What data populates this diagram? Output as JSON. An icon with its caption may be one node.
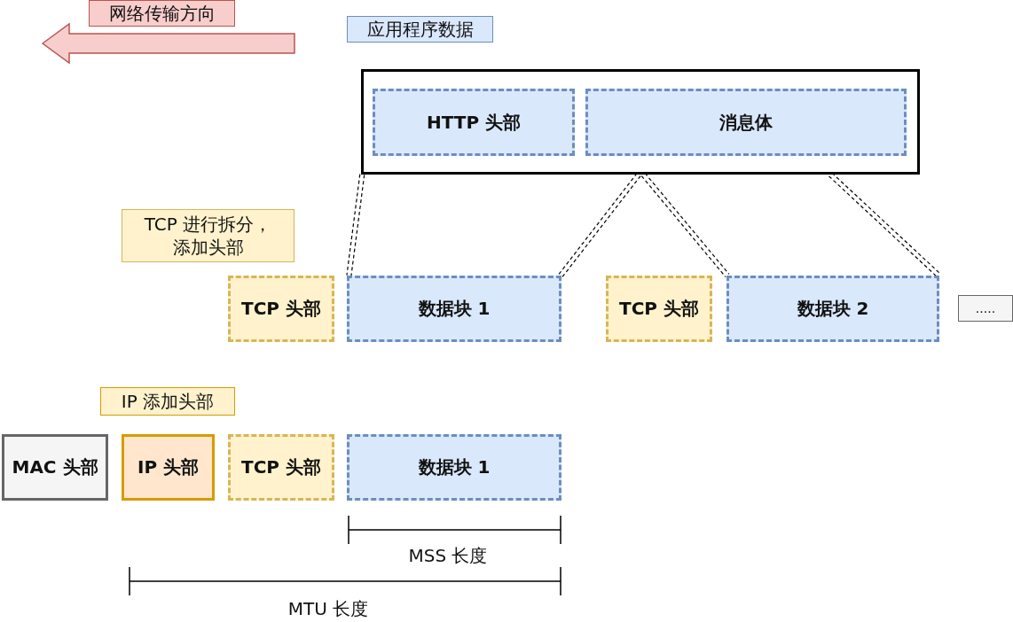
{
  "diagram": {
    "nodes": [
      {
        "text": [
          "网络传输方向"
        ]
      },
      {
        "text": [
          "应用程序数据"
        ]
      },
      {
        "text": [],
        "shape": "box"
      },
      {
        "text": [
          "HTTP 头部"
        ],
        "in": 2
      },
      {
        "text": [
          "消息体"
        ],
        "in": 2
      },
      {
        "text": [
          "TCP 进行拆分，添加头部"
        ]
      },
      {
        "text": [
          "TCP 头部"
        ]
      },
      {
        "text": [
          "数据块 1"
        ]
      },
      {
        "text": [
          "TCP 头部"
        ]
      },
      {
        "text": [
          "数据块 2"
        ]
      },
      {
        "text": [
          "....."
        ]
      },
      {
        "text": [
          "IP 添加头部"
        ]
      },
      {
        "text": [
          "MAC 头部"
        ]
      },
      {
        "text": [
          "IP 头部"
        ]
      },
      {
        "text": [
          "TCP 头部"
        ]
      },
      {
        "text": [
          "数据块 1"
        ]
      }
    ],
    "edges": [
      {
        "from": 2,
        "to": 7,
        "arrow": "none",
        "style": "dashed"
      },
      {
        "from": 2,
        "to": 7,
        "arrow": "none",
        "style": "dashed"
      },
      {
        "from": 2,
        "to": 9,
        "arrow": "none",
        "style": "dashed"
      },
      {
        "from": 2,
        "to": 9,
        "arrow": "none",
        "style": "dashed"
      }
    ],
    "labels": [
      "MSS 长度",
      "MTU 长度"
    ]
  }
}
